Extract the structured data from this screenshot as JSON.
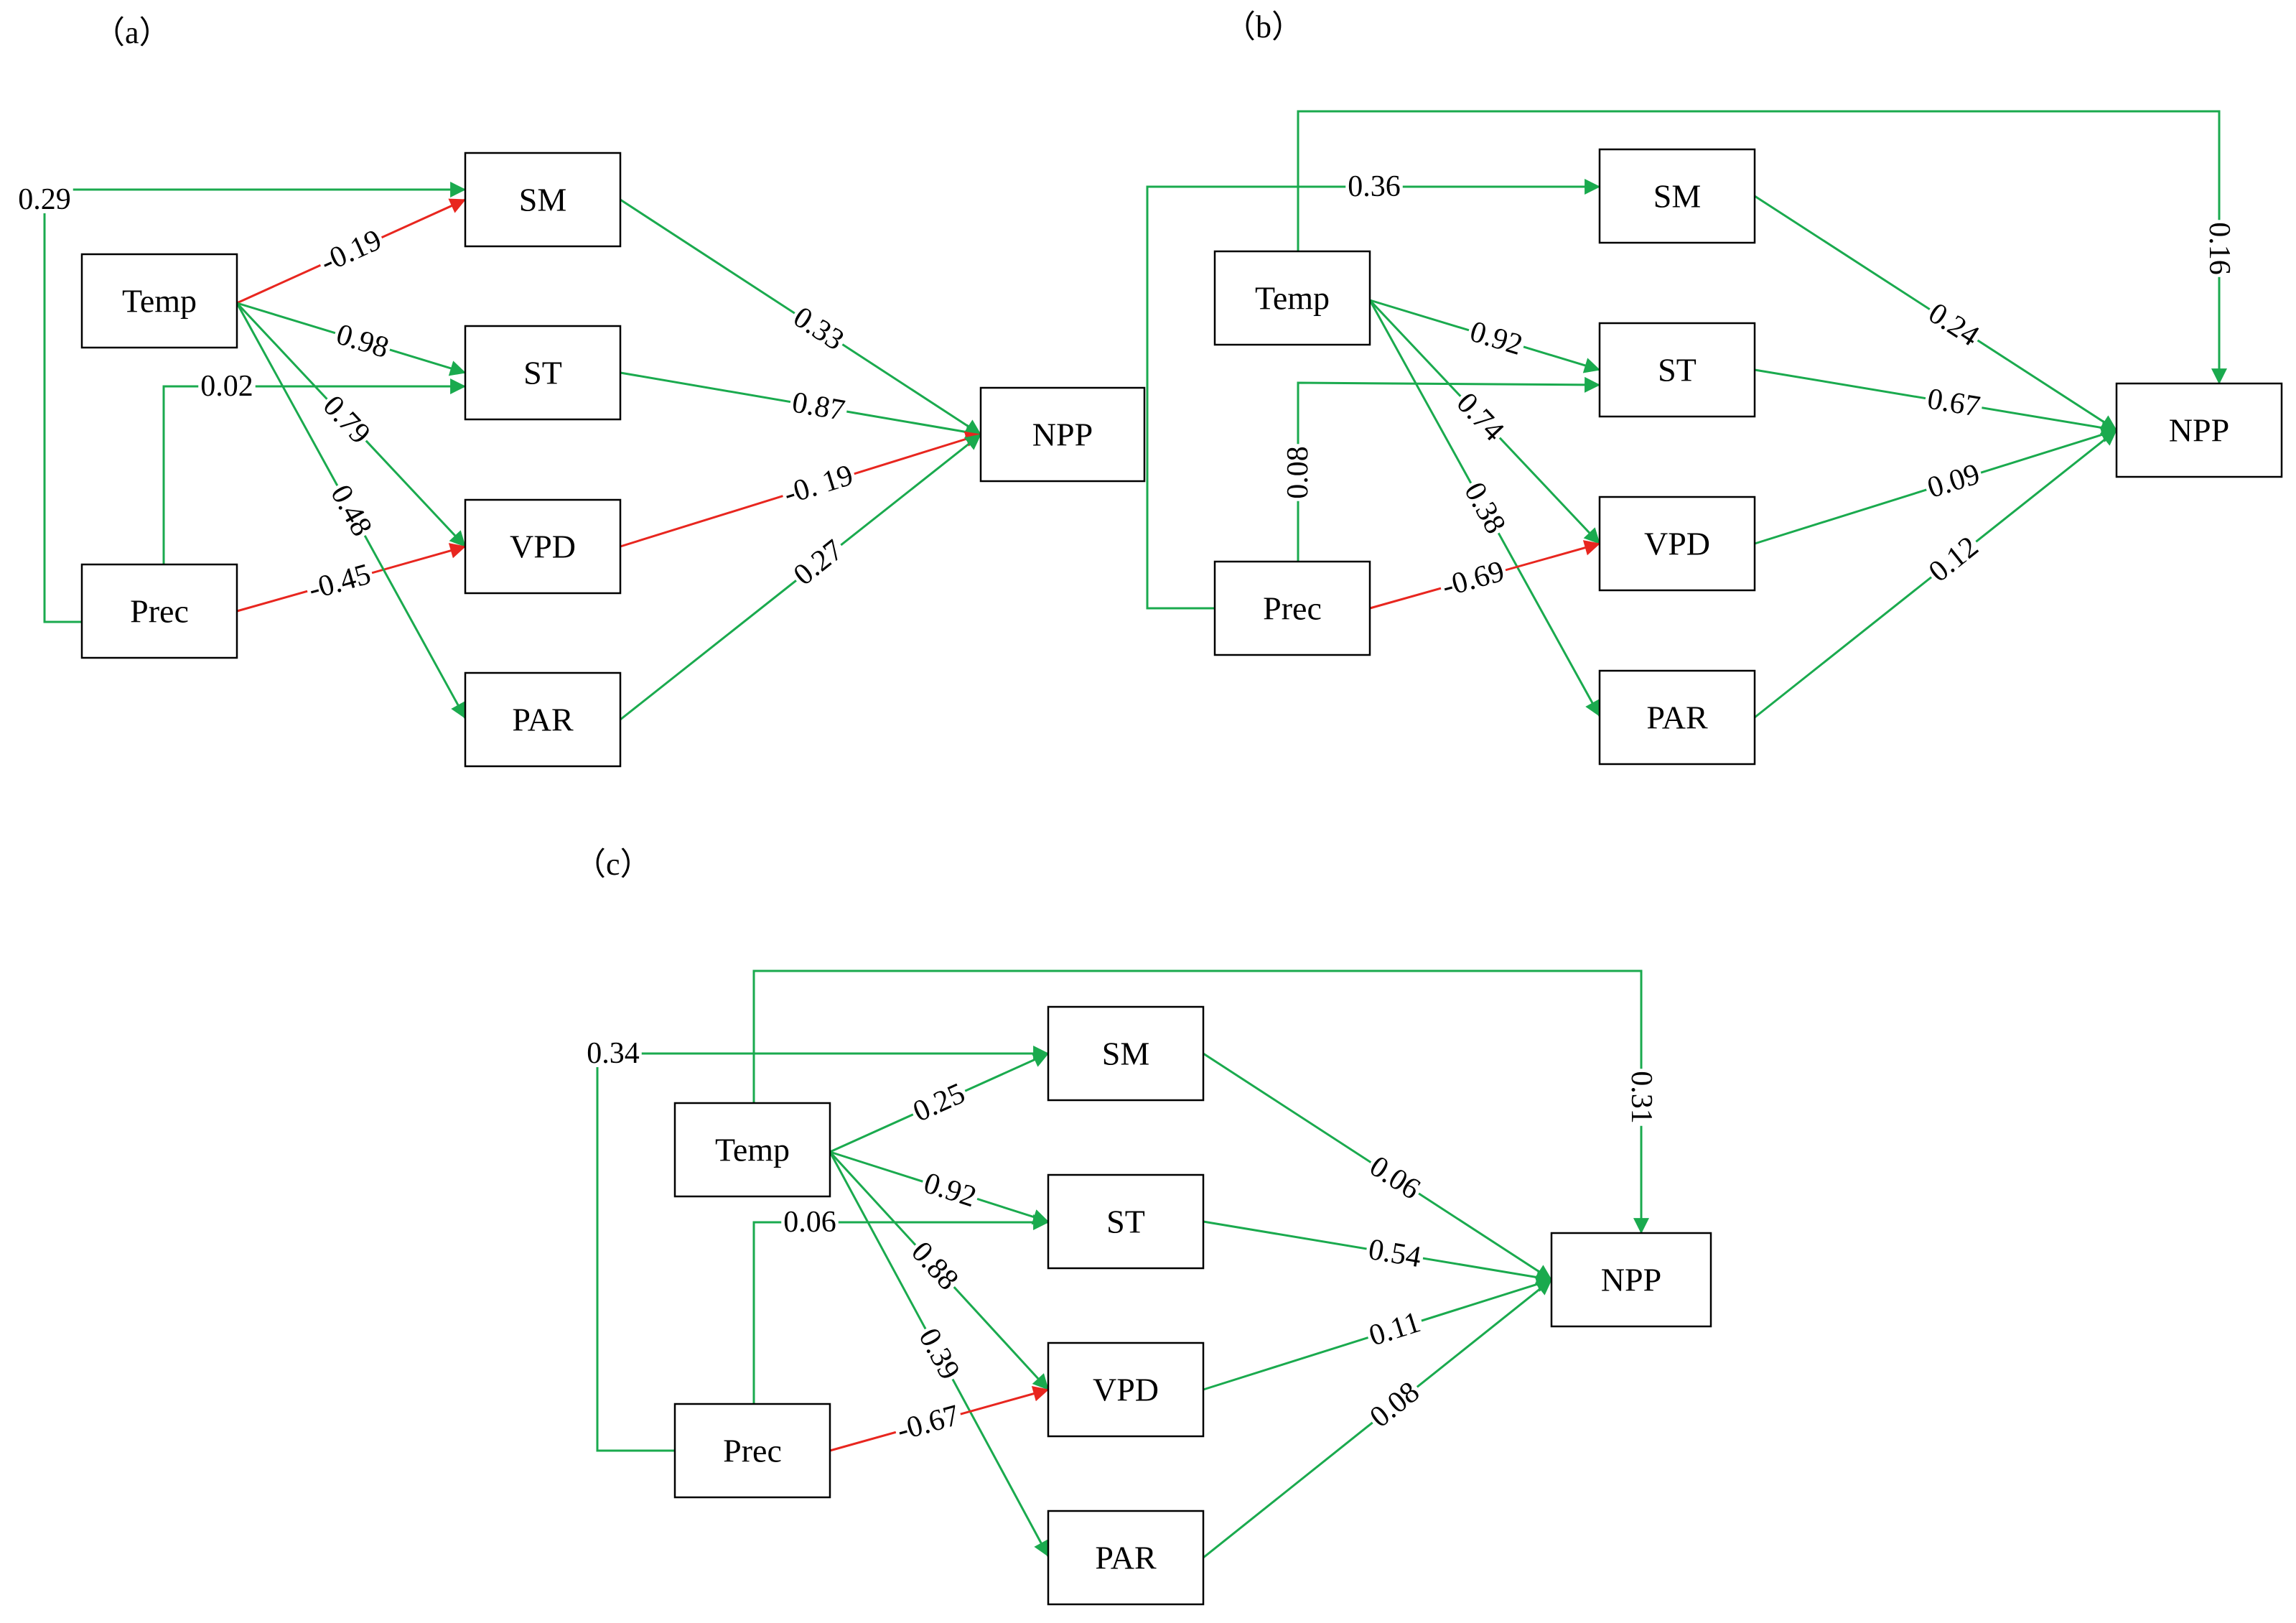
{
  "colors": {
    "positive": "#1aaa4e",
    "negative": "#e8261f"
  },
  "panels": [
    {
      "id": "a",
      "label": "（a）",
      "nodes": {
        "Temp": "Temp",
        "Prec": "Prec",
        "SM": "SM",
        "ST": "ST",
        "VPD": "VPD",
        "PAR": "PAR",
        "NPP": "NPP"
      },
      "paths": [
        {
          "from": "Prec",
          "to": "SM",
          "coef": "0.29",
          "sign": "positive"
        },
        {
          "from": "Temp",
          "to": "SM",
          "coef": "-0.19",
          "sign": "negative"
        },
        {
          "from": "Temp",
          "to": "ST",
          "coef": "0.98",
          "sign": "positive"
        },
        {
          "from": "Prec",
          "to": "ST",
          "coef": "0.02",
          "sign": "positive"
        },
        {
          "from": "Temp",
          "to": "VPD",
          "coef": "0.79",
          "sign": "positive"
        },
        {
          "from": "Prec",
          "to": "VPD",
          "coef": "-0.45",
          "sign": "negative"
        },
        {
          "from": "Temp",
          "to": "PAR",
          "coef": "0.48",
          "sign": "positive"
        },
        {
          "from": "SM",
          "to": "NPP",
          "coef": "0.33",
          "sign": "positive"
        },
        {
          "from": "ST",
          "to": "NPP",
          "coef": "0.87",
          "sign": "positive"
        },
        {
          "from": "VPD",
          "to": "NPP",
          "coef": "-0. 19",
          "sign": "negative"
        },
        {
          "from": "PAR",
          "to": "NPP",
          "coef": "0.27",
          "sign": "positive"
        }
      ]
    },
    {
      "id": "b",
      "label": "（b）",
      "nodes": {
        "Temp": "Temp",
        "Prec": "Prec",
        "SM": "SM",
        "ST": "ST",
        "VPD": "VPD",
        "PAR": "PAR",
        "NPP": "NPP"
      },
      "paths": [
        {
          "from": "Prec",
          "to": "SM",
          "coef": "0.36",
          "sign": "positive"
        },
        {
          "from": "Temp",
          "to": "NPP",
          "coef": "0.16",
          "sign": "positive"
        },
        {
          "from": "Temp",
          "to": "ST",
          "coef": "0.92",
          "sign": "positive"
        },
        {
          "from": "Prec",
          "to": "ST",
          "coef": "0.08",
          "sign": "positive"
        },
        {
          "from": "Temp",
          "to": "VPD",
          "coef": "0.74",
          "sign": "positive"
        },
        {
          "from": "Temp",
          "to": "PAR",
          "coef": "0.38",
          "sign": "positive"
        },
        {
          "from": "Prec",
          "to": "VPD",
          "coef": "-0.69",
          "sign": "negative"
        },
        {
          "from": "SM",
          "to": "NPP",
          "coef": "0.24",
          "sign": "positive"
        },
        {
          "from": "ST",
          "to": "NPP",
          "coef": "0.67",
          "sign": "positive"
        },
        {
          "from": "VPD",
          "to": "NPP",
          "coef": "0.09",
          "sign": "positive"
        },
        {
          "from": "PAR",
          "to": "NPP",
          "coef": "0.12",
          "sign": "positive"
        }
      ]
    },
    {
      "id": "c",
      "label": "（c）",
      "nodes": {
        "Temp": "Temp",
        "Prec": "Prec",
        "SM": "SM",
        "ST": "ST",
        "VPD": "VPD",
        "PAR": "PAR",
        "NPP": "NPP"
      },
      "paths": [
        {
          "from": "Prec",
          "to": "SM",
          "coef": "0.34",
          "sign": "positive"
        },
        {
          "from": "Temp",
          "to": "NPP",
          "coef": "0.31",
          "sign": "positive"
        },
        {
          "from": "Temp",
          "to": "SM",
          "coef": "0.25",
          "sign": "positive"
        },
        {
          "from": "Temp",
          "to": "ST",
          "coef": "0.92",
          "sign": "positive"
        },
        {
          "from": "Prec",
          "to": "ST",
          "coef": "0.06",
          "sign": "positive"
        },
        {
          "from": "Temp",
          "to": "VPD",
          "coef": "0.88",
          "sign": "positive"
        },
        {
          "from": "Temp",
          "to": "PAR",
          "coef": "0.39",
          "sign": "positive"
        },
        {
          "from": "Prec",
          "to": "VPD",
          "coef": "-0.67",
          "sign": "negative"
        },
        {
          "from": "SM",
          "to": "NPP",
          "coef": "0.06",
          "sign": "positive"
        },
        {
          "from": "ST",
          "to": "NPP",
          "coef": "0.54",
          "sign": "positive"
        },
        {
          "from": "VPD",
          "to": "NPP",
          "coef": "0.11",
          "sign": "positive"
        },
        {
          "from": "PAR",
          "to": "NPP",
          "coef": "0.08",
          "sign": "positive"
        }
      ]
    }
  ]
}
